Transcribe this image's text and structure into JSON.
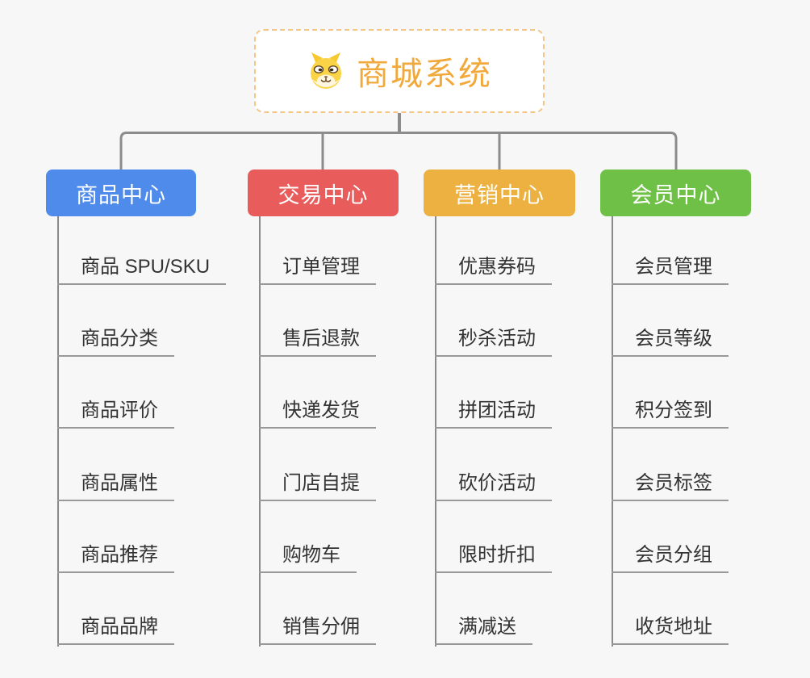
{
  "canvas": {
    "background": "#f7f7f7",
    "connector_color": "#8c8c8c",
    "underline_color": "#999999"
  },
  "root": {
    "title": "商城系统",
    "icon": "dog-face-icon",
    "text_color": "#f2a93c",
    "border_color": "#f3c687"
  },
  "branches": [
    {
      "label": "商品中心",
      "color": "#4e8bea",
      "children": [
        "商品 SPU/SKU",
        "商品分类",
        "商品评价",
        "商品属性",
        "商品推荐",
        "商品品牌"
      ]
    },
    {
      "label": "交易中心",
      "color": "#e85c5c",
      "children": [
        "订单管理",
        "售后退款",
        "快递发货",
        "门店自提",
        "购物车",
        "销售分佣"
      ]
    },
    {
      "label": "营销中心",
      "color": "#ecb140",
      "children": [
        "优惠券码",
        "秒杀活动",
        "拼团活动",
        "砍价活动",
        "限时折扣",
        "满减送"
      ]
    },
    {
      "label": "会员中心",
      "color": "#6fc046",
      "children": [
        "会员管理",
        "会员等级",
        "积分签到",
        "会员标签",
        "会员分组",
        "收货地址"
      ]
    }
  ]
}
